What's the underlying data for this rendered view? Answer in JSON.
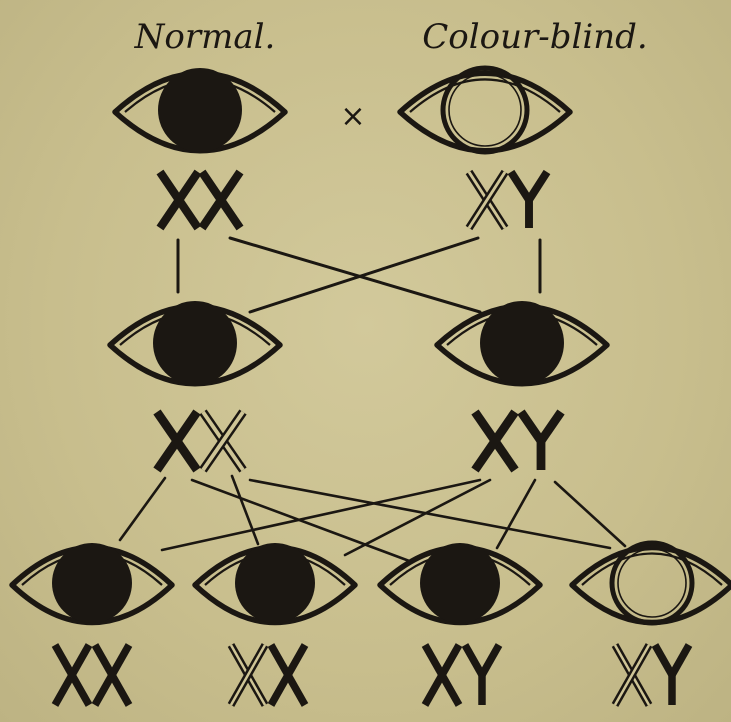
{
  "parents": {
    "left_label": "Normal.",
    "right_label": "Colour-blind.",
    "cross_symbol": "×",
    "left_eye": "normal",
    "right_eye": "colour-blind",
    "left_chromosomes": [
      {
        "letter": "X",
        "affected": false
      },
      {
        "letter": "X",
        "affected": false
      }
    ],
    "right_chromosomes": [
      {
        "letter": "X",
        "affected": true
      },
      {
        "letter": "Y",
        "affected": false
      }
    ]
  },
  "f1": [
    {
      "eye": "normal",
      "chromosomes": [
        {
          "letter": "X",
          "affected": false
        },
        {
          "letter": "X",
          "affected": true
        }
      ]
    },
    {
      "eye": "normal",
      "chromosomes": [
        {
          "letter": "X",
          "affected": false
        },
        {
          "letter": "Y",
          "affected": false
        }
      ]
    }
  ],
  "f2": [
    {
      "eye": "normal",
      "chromosomes": [
        {
          "letter": "X",
          "affected": false
        },
        {
          "letter": "X",
          "affected": false
        }
      ]
    },
    {
      "eye": "normal",
      "chromosomes": [
        {
          "letter": "X",
          "affected": true
        },
        {
          "letter": "X",
          "affected": false
        }
      ]
    },
    {
      "eye": "normal",
      "chromosomes": [
        {
          "letter": "X",
          "affected": false
        },
        {
          "letter": "Y",
          "affected": false
        }
      ]
    },
    {
      "eye": "colour-blind",
      "chromosomes": [
        {
          "letter": "X",
          "affected": true
        },
        {
          "letter": "Y",
          "affected": false
        }
      ]
    }
  ],
  "colors": {
    "ink": "#1b1712",
    "paper": "#c9bf8f"
  }
}
